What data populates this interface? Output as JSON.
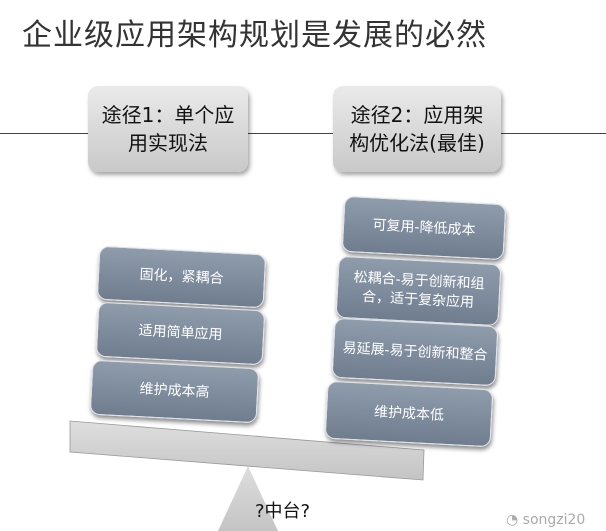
{
  "title": "企业级应用架构规划是发展的必然",
  "paths": [
    {
      "label": "途径1：单个应用实现法"
    },
    {
      "label": "途径2：应用架构优化法(最佳)"
    }
  ],
  "left_cards": [
    "固化，紧耦合",
    "适用简单应用",
    "维护成本高"
  ],
  "right_cards": [
    "可复用-降低成本",
    "松耦合-易于创新和组合，适于复杂应用",
    "易延展-易于创新和整合",
    "维护成本低"
  ],
  "fulcrum_label": "?中台?",
  "watermark": "songzi20"
}
